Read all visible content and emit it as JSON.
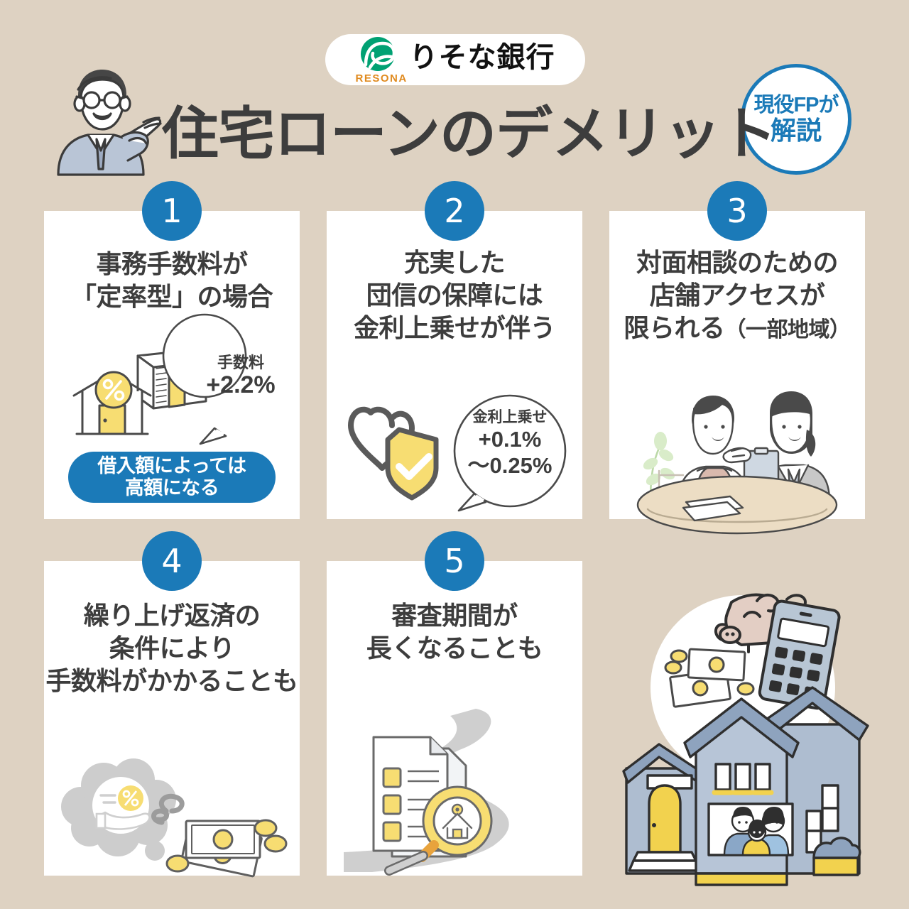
{
  "background_color": "#ded2c2",
  "accent_blue": "#1b7ab8",
  "accent_yellow": "#f7dd72",
  "header": {
    "bank_logo_name": "RESONA",
    "bank_name": "りそな銀行",
    "badge_line1": "現役FPが",
    "badge_line2": "解説",
    "title": "住宅ローンのデメリット"
  },
  "cards": [
    {
      "number": "1",
      "heading_lines": [
        "事務手数料が",
        "「定率型」の場合"
      ],
      "bubble": {
        "label": "手数料",
        "value": "+2.2%"
      },
      "pill_lines": [
        "借入額によっては",
        "高額になる"
      ],
      "illustration": "house-with-money-stack-percent-icon"
    },
    {
      "number": "2",
      "heading_lines": [
        "充実した",
        "団信の保障には",
        "金利上乗せが伴う"
      ],
      "bubble": {
        "label": "金利上乗せ",
        "value_line1": "+0.1%",
        "value_line2": "〜0.25%"
      },
      "illustration": "heart-and-shield-check-icon"
    },
    {
      "number": "3",
      "heading_lines": [
        "対面相談のための",
        "店舗アクセスが",
        "限られる"
      ],
      "heading_suffix": "（一部地域）",
      "illustration": "two-people-consultation-at-table"
    },
    {
      "number": "4",
      "heading_lines": [
        "繰り上げ返済の",
        "条件により",
        "手数料がかかることも"
      ],
      "illustration": "thought-bubble-percent-hand-with-cash"
    },
    {
      "number": "5",
      "heading_lines": [
        "審査期間が",
        "長くなることも"
      ],
      "illustration": "document-checklist-magnifier-winding-road"
    }
  ],
  "corner_illustration": "house-with-family-piggybank-calculator-money"
}
